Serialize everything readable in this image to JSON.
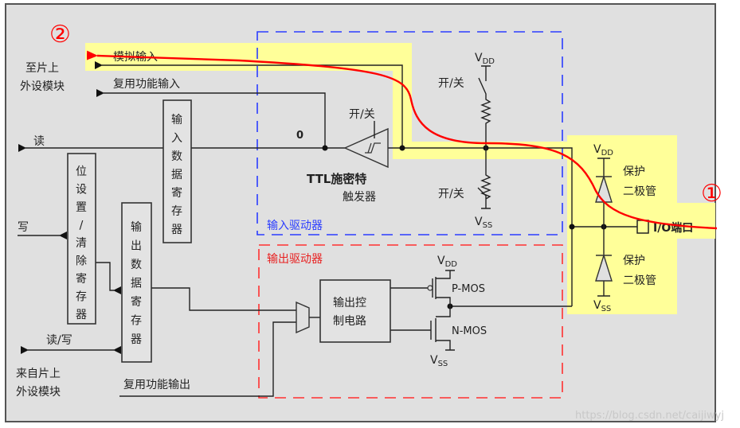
{
  "markers": {
    "circle_1": "①",
    "circle_2": "②"
  },
  "left": {
    "to_peripheral_1": "至片上",
    "to_peripheral_2": "外设模块",
    "analog_input": "模拟输入",
    "alt_func_input": "复用功能输入",
    "read": "读",
    "write": "写",
    "read_write": "读/写",
    "from_peripheral_1": "来自片上",
    "from_peripheral_2": "外设模块",
    "alt_func_output": "复用功能输出"
  },
  "registers": {
    "input_data": [
      "输",
      "入",
      "数",
      "据",
      "寄",
      "存",
      "器"
    ],
    "bit_set_clear": [
      "位",
      "设",
      "置",
      "/",
      "清",
      "除",
      "寄",
      "存",
      "器"
    ],
    "output_data": [
      "输",
      "出",
      "数",
      "据",
      "寄",
      "存",
      "器"
    ]
  },
  "input_driver": {
    "label": "输入驱动器",
    "zero": "0",
    "switch_trigger": "开/关",
    "ttl_1": "TTL施密特",
    "ttl_2": "触发器",
    "switch_up": "开/关",
    "switch_down": "开/关",
    "vdd": "V",
    "vdd_sub": "DD",
    "vss": "V",
    "vss_sub": "SS"
  },
  "output_driver": {
    "label": "输出驱动器",
    "ctrl_1": "输出控",
    "ctrl_2": "制电路",
    "pmos": "P-MOS",
    "nmos": "N-MOS",
    "vdd": "V",
    "vdd_sub": "DD",
    "vss": "V",
    "vss_sub": "SS"
  },
  "protection": {
    "top_1": "保护",
    "top_2": "二极管",
    "bottom_1": "保护",
    "bottom_2": "二极管",
    "vdd": "V",
    "vdd_sub": "DD",
    "vss": "V",
    "vss_sub": "SS",
    "io_port": "I/O端口"
  },
  "watermark": "https://blog.csdn.net/caijiwyj",
  "colors": {
    "panel": "#e0e0e0",
    "highlight": "#ffff99",
    "path": "#ff0000",
    "input_box": "#2a3cff",
    "output_box": "#ff3030"
  }
}
